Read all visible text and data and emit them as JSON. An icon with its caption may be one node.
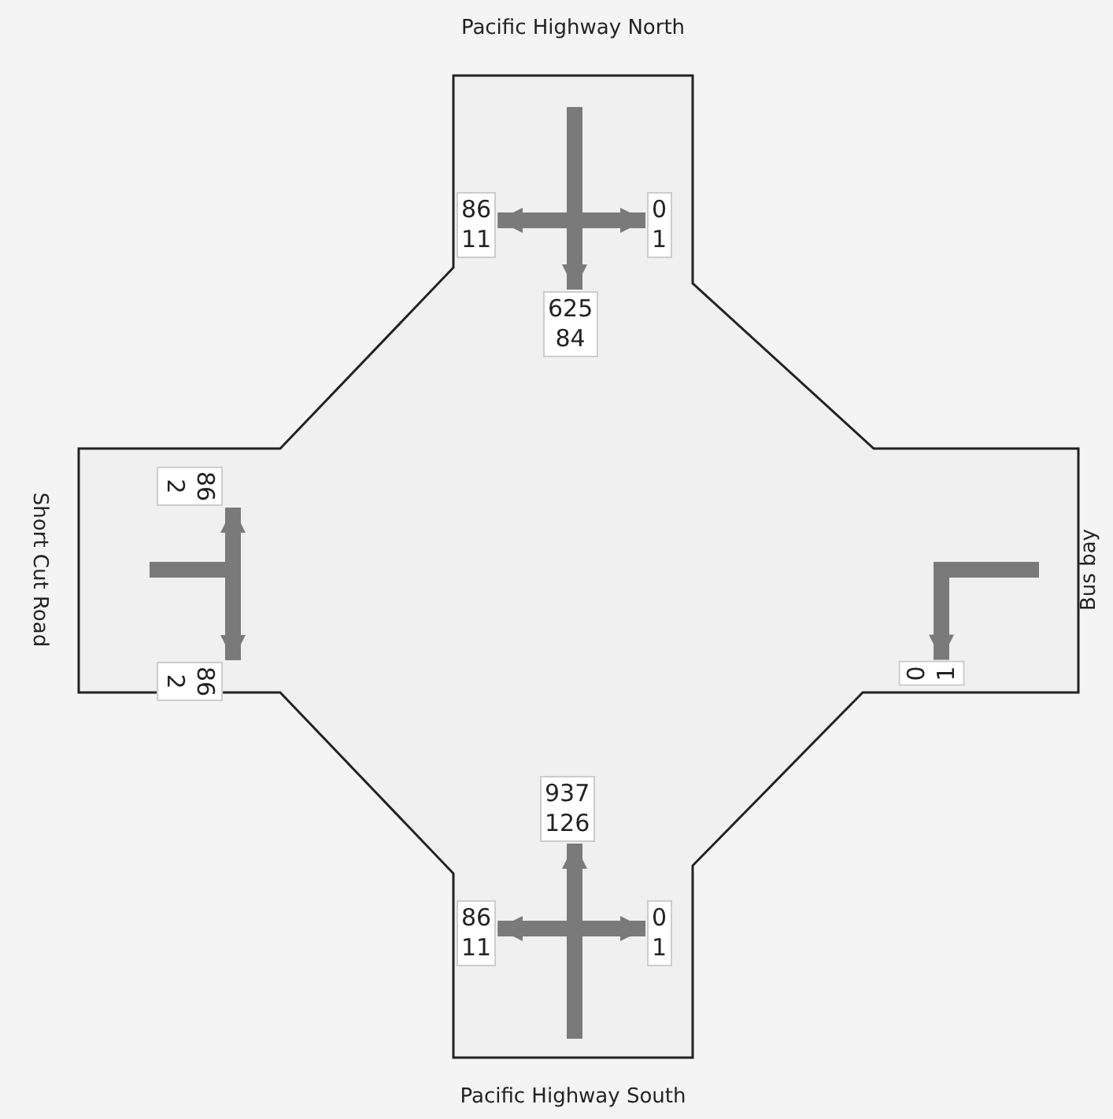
{
  "diagram": {
    "nodes": [
      {
        "text": [
          "86",
          "11"
        ]
      },
      {
        "text": [
          "0",
          "1"
        ]
      },
      {
        "text": [
          "625",
          "84"
        ]
      },
      {
        "text": [
          "86",
          "2"
        ]
      },
      {
        "text": [
          "86",
          "2"
        ]
      },
      {
        "text": [
          "0",
          "1"
        ]
      },
      {
        "text": [
          "937",
          "126"
        ]
      },
      {
        "text": [
          "86",
          "11"
        ]
      },
      {
        "text": [
          "0",
          "1"
        ]
      }
    ],
    "edges": [
      {
        "from": null,
        "to": 0,
        "arrow": "to"
      },
      {
        "from": null,
        "to": 1,
        "arrow": "to"
      },
      {
        "from": null,
        "to": 2,
        "arrow": "to"
      },
      {
        "from": null,
        "to": 3,
        "arrow": "to"
      },
      {
        "from": null,
        "to": 4,
        "arrow": "to"
      },
      {
        "from": null,
        "to": 5,
        "arrow": "to"
      },
      {
        "from": null,
        "to": 6,
        "arrow": "to"
      },
      {
        "from": null,
        "to": 7,
        "arrow": "to"
      },
      {
        "from": null,
        "to": 8,
        "arrow": "to"
      }
    ],
    "labels": [
      "Pacific Highway North",
      "Short Cut Road",
      "Bus bay",
      "Pacific Highway South"
    ]
  }
}
